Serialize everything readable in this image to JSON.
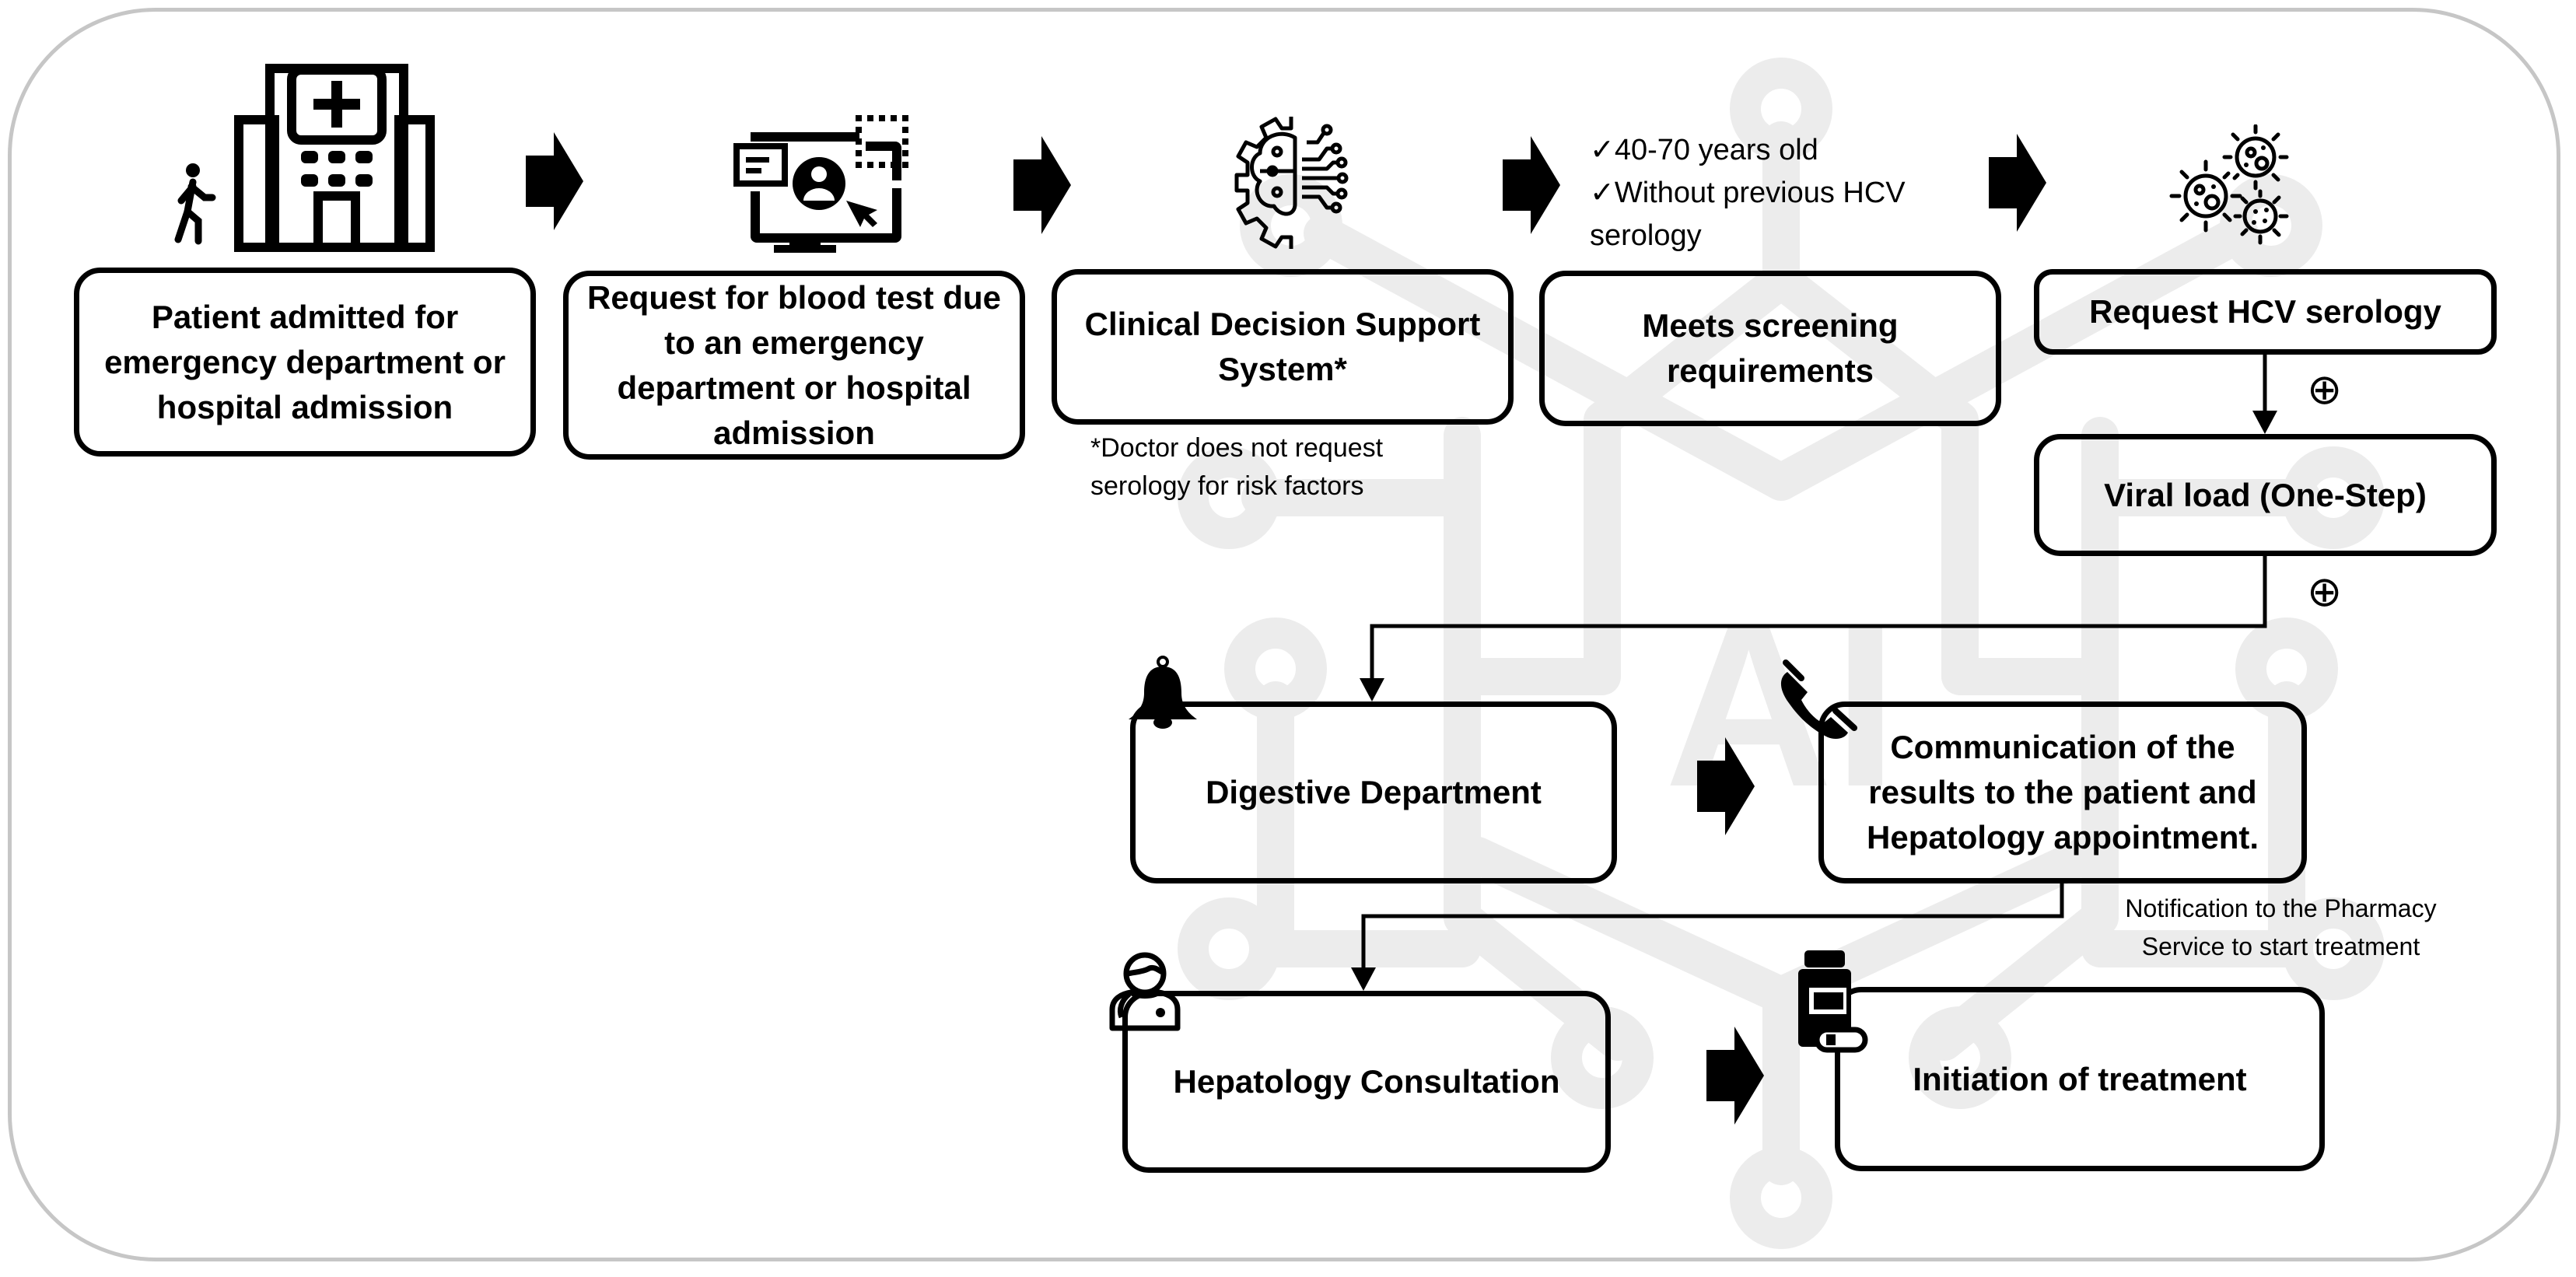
{
  "steps": {
    "patient_admitted": "Patient admitted for emergency department or hospital admission",
    "blood_test_request": "Request for blood test due to an emergency department or hospital admission",
    "cdss": "Clinical Decision Support System*",
    "meets_requirements": "Meets screening requirements",
    "request_hcv": "Request HCV serology",
    "viral_load": "Viral load (One-Step)",
    "digestive": "Digestive Department",
    "communication": "Communication of the results to the patient and Hepatology appointment.",
    "hepatology": "Hepatology Consultation",
    "initiation": "Initiation of treatment"
  },
  "notes": {
    "criteria": [
      "✓40-70 years old",
      "✓Without previous HCV",
      "serology"
    ],
    "cdss_footnote": [
      "*Doctor does not request",
      "serology for risk factors"
    ],
    "pharmacy": [
      "Notification to the Pharmacy",
      "Service to start treatment"
    ]
  },
  "results": {
    "serology_result": "⊕",
    "viral_result": "⊕"
  },
  "watermark": {
    "text": "AI"
  },
  "icons": {
    "hospital": "hospital-with-walking-person-icon",
    "computer": "computer-user-request-icon",
    "cdss": "brain-gear-circuit-icon",
    "virus": "virus-cluster-icon",
    "bell": "bell-icon",
    "phone": "phone-icon",
    "doctor": "doctor-icon",
    "pill": "pill-bottle-icon"
  },
  "colors": {
    "stroke": "#000000",
    "frame": "#c6c6c6",
    "watermark": "#ececec"
  }
}
